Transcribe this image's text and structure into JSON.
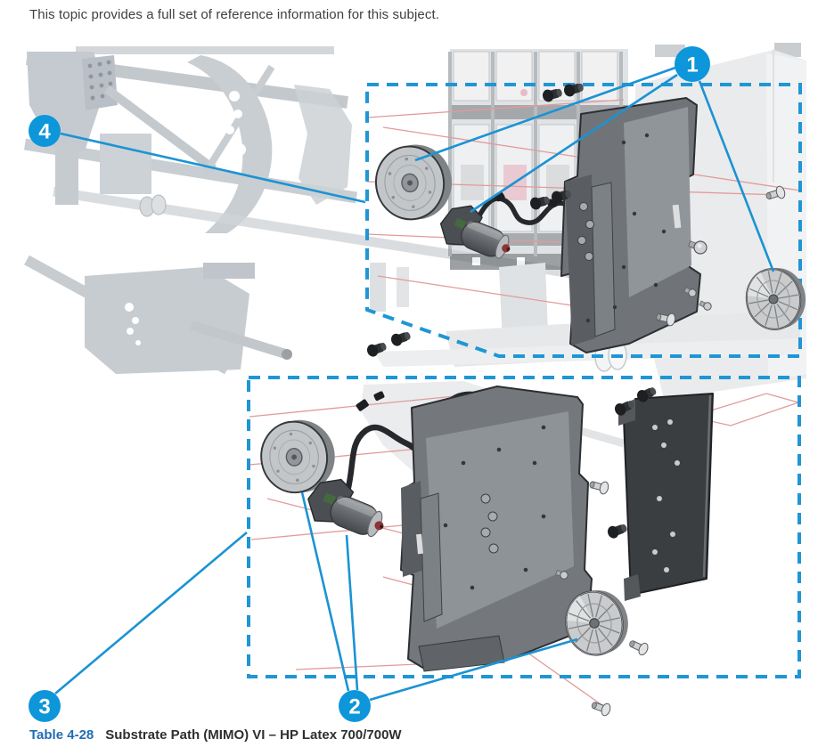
{
  "page": {
    "intro": "This topic provides a full set of reference information for this subject."
  },
  "figure": {
    "type": "exploded-parts-diagram",
    "callouts": [
      {
        "number": "1"
      },
      {
        "number": "2"
      },
      {
        "number": "3"
      },
      {
        "number": "4"
      }
    ]
  },
  "caption": {
    "label": "Table 4-28",
    "text": "Substrate Path (MIMO) VI – HP Latex 700/700W"
  },
  "colors": {
    "callout_blue": "#0d96d9",
    "dashed_box_blue": "#1f96d5",
    "leader_line_blue": "#1b93d4",
    "alignment_line_red": "#e29a9a",
    "caption_label_blue": "#1f6db4",
    "body_text": "#3f4041"
  }
}
